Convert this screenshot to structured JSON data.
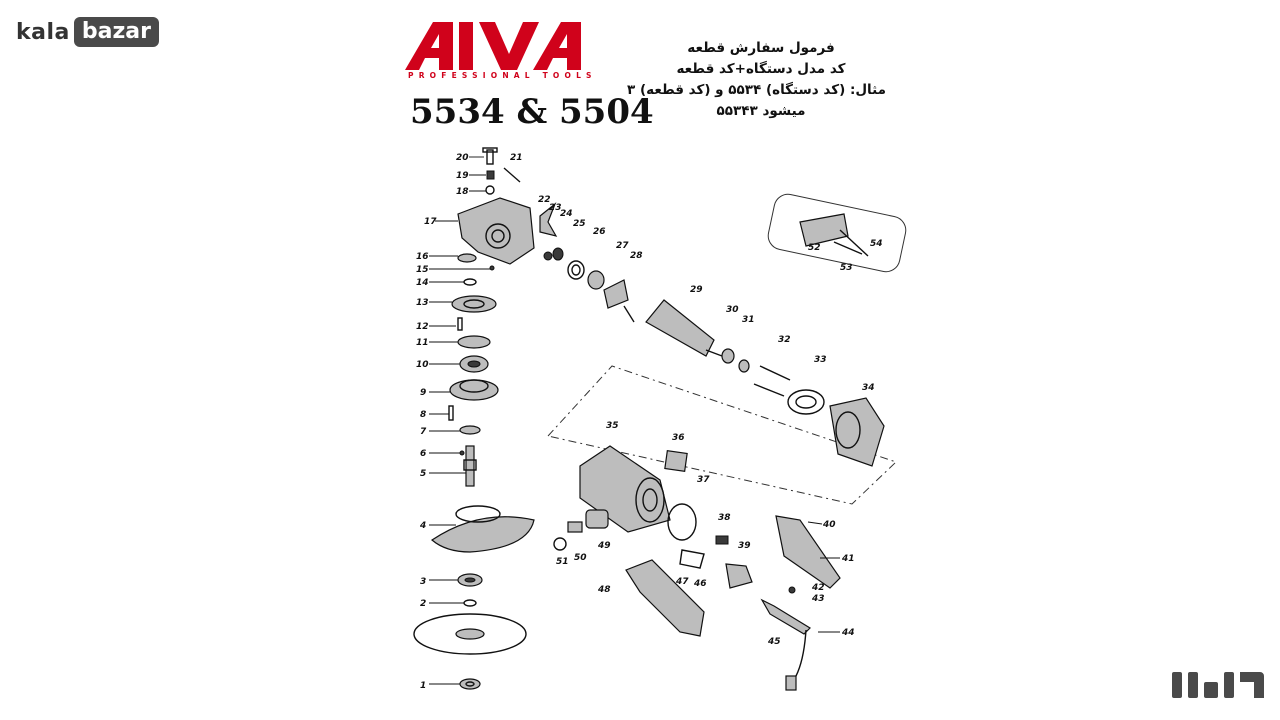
{
  "watermark": {
    "kala": "kala",
    "bazar": "bazar",
    "fa_label": "کالابازار"
  },
  "brand": {
    "name": "AIVA",
    "tagline": "PROFESSIONAL TOOLS",
    "color": "#d0021b"
  },
  "model": {
    "title": "5534 & 5504"
  },
  "order_note": {
    "line1": "فرمول سفارش قطعه",
    "line2": "کد مدل دستگاه+کد قطعه",
    "line3": "مثال: (کد دستگاه) ۵۵۳۴ و (کد قطعه) ۳",
    "line4": "میشود ۵۵۳۴۳"
  },
  "part_numbers": [
    "1",
    "2",
    "3",
    "4",
    "5",
    "6",
    "7",
    "8",
    "9",
    "10",
    "11",
    "12",
    "13",
    "14",
    "15",
    "16",
    "17",
    "18",
    "19",
    "20",
    "21",
    "22",
    "23",
    "24",
    "25",
    "26",
    "27",
    "28",
    "29",
    "30",
    "31",
    "32",
    "33",
    "34",
    "35",
    "36",
    "37",
    "38",
    "39",
    "40",
    "41",
    "42",
    "43",
    "44",
    "45",
    "46",
    "47",
    "48",
    "49",
    "50",
    "51",
    "52",
    "53",
    "54"
  ]
}
